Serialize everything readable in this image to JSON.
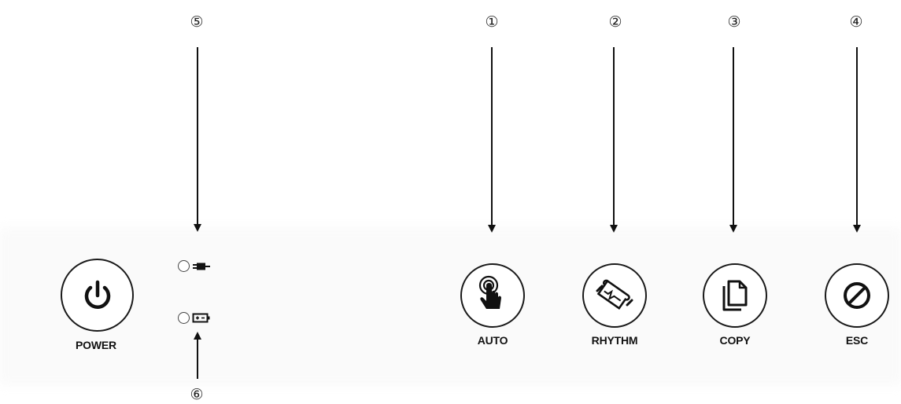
{
  "callouts": {
    "auto": "①",
    "rhythm": "②",
    "copy": "③",
    "esc": "④",
    "ac_led": "⑤",
    "battery_led": "⑥"
  },
  "buttons": {
    "power": "POWER",
    "auto": "AUTO",
    "rhythm": "RHYTHM",
    "copy": "COPY",
    "esc": "ESC"
  },
  "indicators": {
    "ac": "plug-icon",
    "battery": "battery-icon"
  }
}
